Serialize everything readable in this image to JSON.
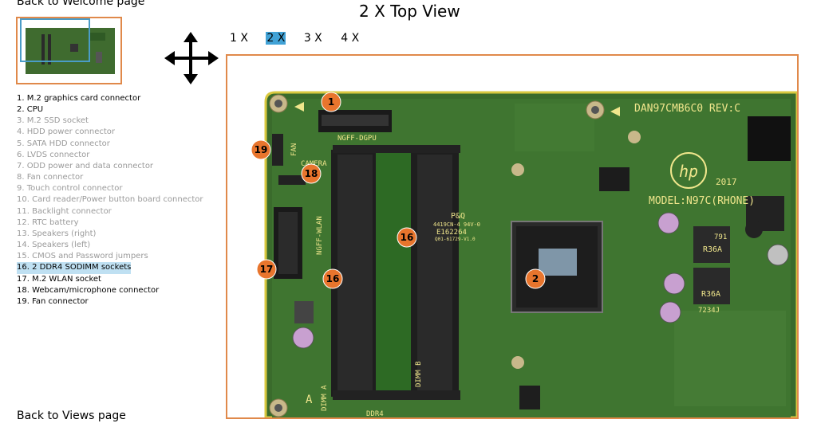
{
  "nav": {
    "back_welcome": "Back to Welcome page",
    "back_views": "Back to Views page"
  },
  "title": "2 X Top View",
  "zoom": {
    "options": [
      "1 X",
      "2 X",
      "3 X",
      "4 X"
    ],
    "selected": "2 X"
  },
  "legend": [
    {
      "text": "1. M.2 graphics card connector",
      "state": "active"
    },
    {
      "text": "2. CPU",
      "state": "active"
    },
    {
      "text": "3. M.2 SSD socket",
      "state": "inactive"
    },
    {
      "text": "4. HDD power connector",
      "state": "inactive"
    },
    {
      "text": "5. SATA HDD connector",
      "state": "inactive"
    },
    {
      "text": "6. LVDS connector",
      "state": "inactive"
    },
    {
      "text": "7. ODD power and data connector",
      "state": "inactive"
    },
    {
      "text": "8. Fan connector",
      "state": "inactive"
    },
    {
      "text": "9. Touch control connector",
      "state": "inactive"
    },
    {
      "text": "10. Card reader/Power button board connector",
      "state": "inactive"
    },
    {
      "text": "11. Backlight connector",
      "state": "inactive"
    },
    {
      "text": "12. RTC battery",
      "state": "inactive"
    },
    {
      "text": "13. Speakers (right)",
      "state": "inactive"
    },
    {
      "text": "14. Speakers (left)",
      "state": "inactive"
    },
    {
      "text": "15. CMOS and Password jumpers",
      "state": "inactive"
    },
    {
      "text": "16. 2 DDR4 SODIMM sockets",
      "state": "selected"
    },
    {
      "text": "17. M.2 WLAN socket",
      "state": "active"
    },
    {
      "text": "18. Webcam/microphone connector",
      "state": "active"
    },
    {
      "text": "19. Fan connector",
      "state": "active"
    }
  ],
  "board": {
    "silkscreen": {
      "model": "DAN97CMB6C0 REV:C",
      "model_name": "MODEL:N97C(RHONE)",
      "year": "2017",
      "brand": "hp",
      "ngff_dgpu": "NGFF-DGPU",
      "camera": "CAMERA",
      "fan": "FAN",
      "ngff_wlan": "NGFF-WLAN",
      "dimm_a": "DIMM A",
      "dimm_b": "DIMM B",
      "ddr4": "DDR4",
      "pq": "P&Q",
      "code1": "4419CN-4 94V-0",
      "code2": "E162264",
      "code3": "Q01-61729-V1.0",
      "letter_a": "A",
      "r36a": "R36A",
      "r36a2": "R36A",
      "r791": "791",
      "n7234j": "7234J"
    },
    "callouts": [
      "1",
      "2",
      "16",
      "16",
      "17",
      "18",
      "19"
    ]
  }
}
